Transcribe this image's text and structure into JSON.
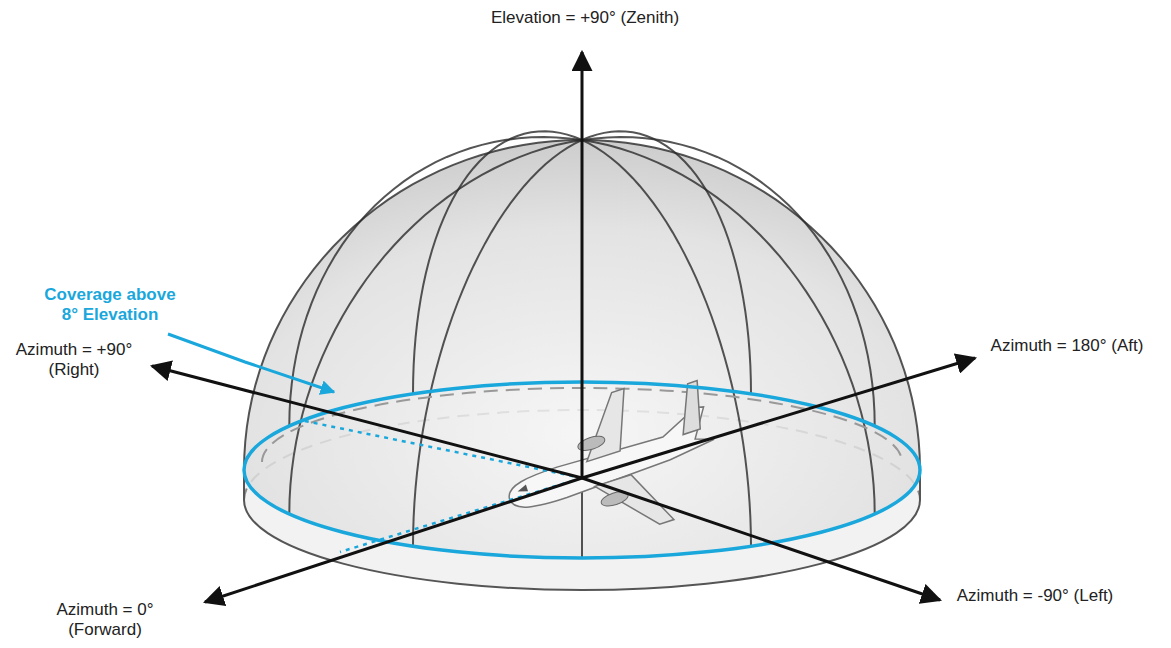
{
  "diagram": {
    "labels": [
      "Elevation = +90° (Zenith)",
      "Coverage above 8° Elevation",
      "Azimuth = +90° (Right)",
      "Azimuth = 180° (Aft)",
      "Azimuth = 0° (Forward)",
      "Azimuth = -90° (Left)"
    ]
  }
}
